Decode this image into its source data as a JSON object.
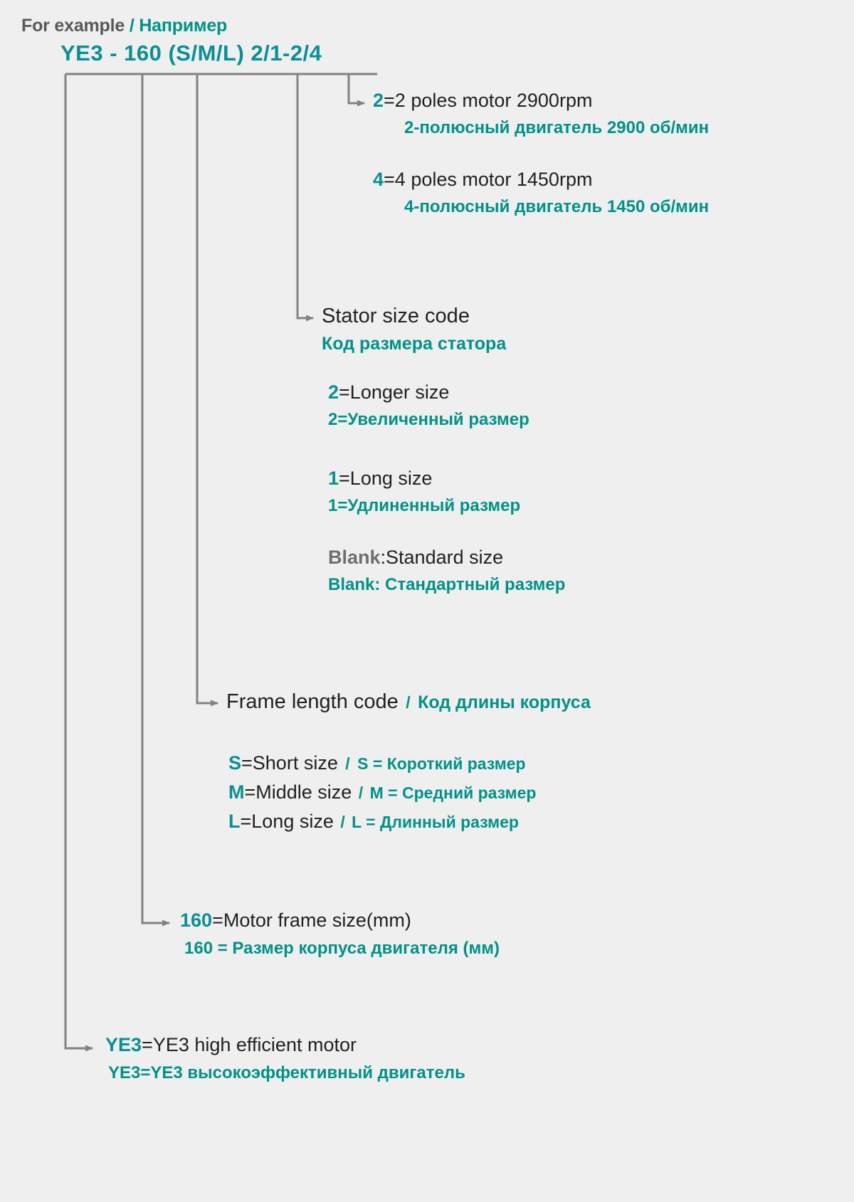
{
  "header": {
    "example_en": "For example",
    "separator": "/",
    "example_ru": "Например",
    "model_code": "YE3 - 160 (S/M/L) 2/1-2/4"
  },
  "colors": {
    "background": "#eeefee",
    "teal": "#009289",
    "teal_code": "#0a8f96",
    "ink": "#231f20",
    "gray": "#6d6e70",
    "leader": "#808285"
  },
  "sections": [
    {
      "id": "poles",
      "entries": [
        {
          "code": "2",
          "en": "=2 poles motor 2900rpm",
          "ru": "2-полюсный двигатель 2900 об/мин"
        },
        {
          "code": "4",
          "en": "=4 poles motor 1450rpm",
          "ru": "4-полюсный двигатель 1450 об/мин"
        }
      ]
    },
    {
      "id": "stator-size",
      "title_en": "Stator size code",
      "title_ru": "Код размера статора",
      "entries": [
        {
          "code": "2",
          "en": "=Longer size",
          "ru": "2=Увеличенный размер"
        },
        {
          "code": "1",
          "en": "=Long size",
          "ru": "1=Удлиненный размер"
        },
        {
          "code": "Blank",
          "en": ":Standard size",
          "ru": "Blank: Стандартный размер"
        }
      ]
    },
    {
      "id": "frame-length",
      "title_en": "Frame length code",
      "title_sep": "/",
      "title_ru": "Код длины корпуса",
      "entries": [
        {
          "code": "S",
          "en": "=Short size",
          "sep": "/",
          "ru": "S = Короткий размер"
        },
        {
          "code": "M",
          "en": "=Middle size",
          "sep": "/",
          "ru": "M = Средний размер"
        },
        {
          "code": "L",
          "en": "=Long size",
          "sep": "/",
          "ru": "L = Длинный размер"
        }
      ]
    },
    {
      "id": "frame-size",
      "entries": [
        {
          "code": "160",
          "en": "=Motor frame size(mm)",
          "ru": "160 = Размер корпуса двигателя (мм)"
        }
      ]
    },
    {
      "id": "series",
      "entries": [
        {
          "code": "YE3",
          "en": "=YE3 high efficient motor",
          "ru": "YE3=YE3 высокоэффективный двигатель"
        }
      ]
    }
  ]
}
